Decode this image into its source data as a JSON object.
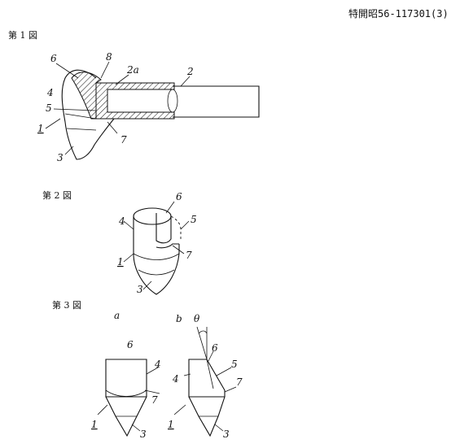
{
  "header": {
    "publication_number": "特開昭56-117301(3)"
  },
  "figures": [
    {
      "caption": "第 1 図",
      "labels": {
        "l6": "6",
        "l8": "8",
        "l2a": "2a",
        "l2": "2",
        "l4": "4",
        "l5": "5",
        "l1": "1",
        "l7": "7",
        "l3": "3"
      }
    },
    {
      "caption": "第 2 図",
      "labels": {
        "l6": "6",
        "l5": "5",
        "l4": "4",
        "l7": "7",
        "l1": "1",
        "l3": "3"
      }
    },
    {
      "caption": "第 3 図",
      "sub_a": "a",
      "sub_b": "b",
      "labels_a": {
        "l6": "6",
        "l4": "4",
        "l7": "7",
        "l1": "1",
        "l3": "3"
      },
      "labels_b": {
        "theta": "θ",
        "l6": "6",
        "l5": "5",
        "l4": "4",
        "l7": "7",
        "l1": "1",
        "l3": "3"
      }
    }
  ]
}
